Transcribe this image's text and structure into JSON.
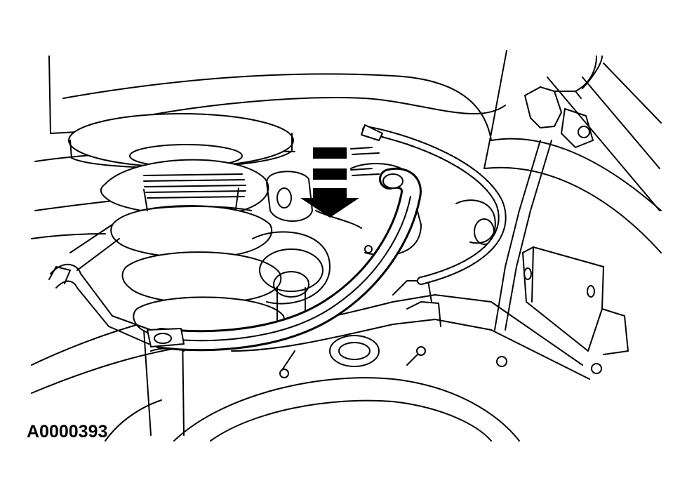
{
  "figure": {
    "caption": "A0000393",
    "line_color": "#000000",
    "background": "#ffffff",
    "components": [
      "coil-spring",
      "spring-upper-seat",
      "shock-absorber",
      "stabilizer-link-hose",
      "abs-sensor-harness",
      "direction-arrow",
      "lower-arm",
      "body-panel",
      "mounting-bracket",
      "brake-rotor",
      "tire"
    ],
    "icons": [
      "down-arrow-icon",
      "motion-dashes-icon"
    ]
  }
}
